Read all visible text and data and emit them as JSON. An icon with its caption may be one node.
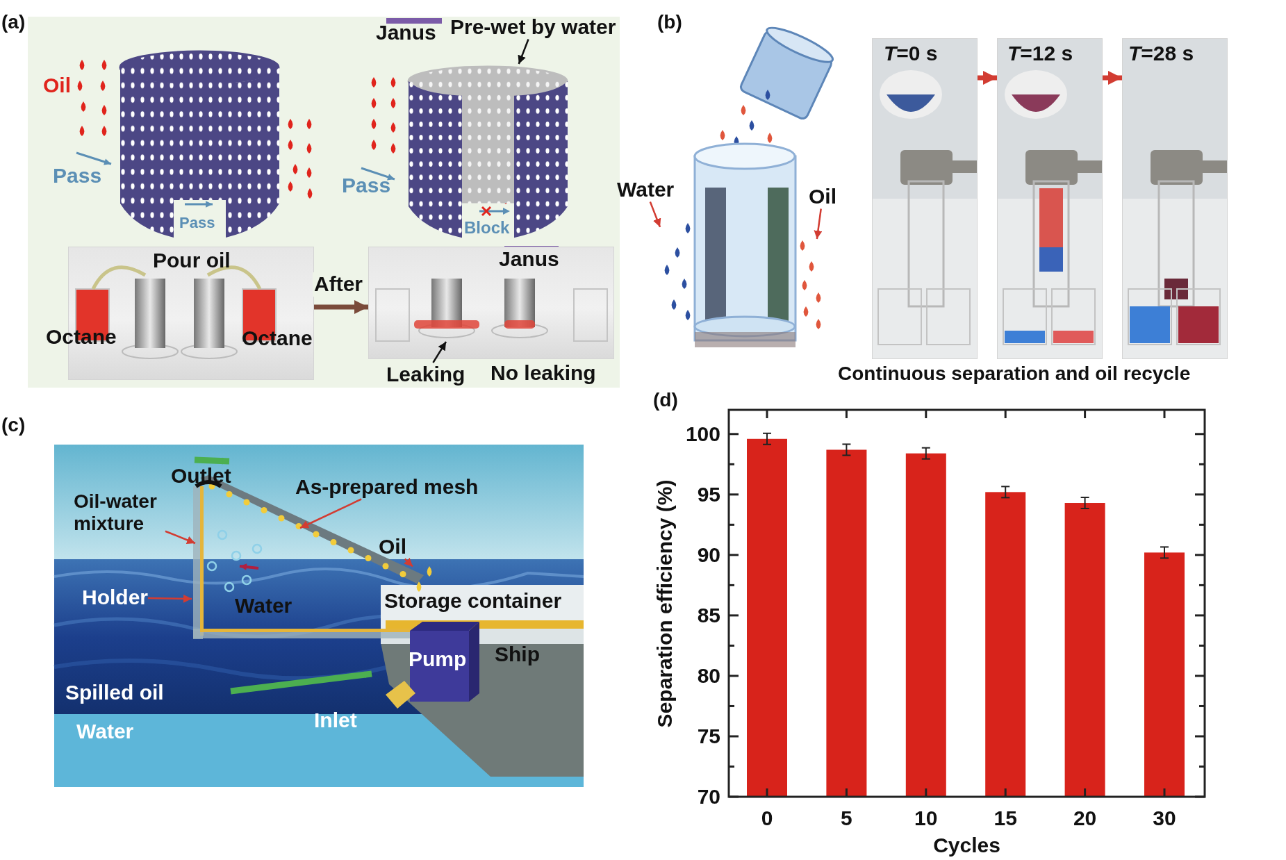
{
  "diagram": {
    "nodes": [
      {
        "text": [],
        "shape": "picture"
      },
      {
        "text": [
          "Pre-wet by water"
        ]
      },
      {
        "text": [],
        "shape": "picture"
      },
      {
        "text": [],
        "shape": "picture"
      },
      {
        "text": [],
        "shape": "picture"
      },
      {
        "text": [
          "Leaking"
        ]
      },
      {
        "text": [
          "Water"
        ]
      },
      {
        "text": [
          "Oil"
        ]
      },
      {
        "text": [],
        "shape": "picture"
      },
      {
        "text": [],
        "shape": "picture"
      },
      {
        "text": [],
        "shape": "picture"
      },
      {
        "text": [
          "Oil-water mixture"
        ]
      },
      {
        "text": [
          "As-prepared mesh"
        ]
      },
      {
        "text": [
          "Holder"
        ]
      },
      {
        "text": [
          "Oil"
        ]
      },
      {
        "text": [],
        "shape": "picture"
      },
      {
        "text": [],
        "shape": "picture"
      },
      {
        "text": [],
        "shape": "picture"
      }
    ],
    "edges": [
      {
        "from": 1,
        "to": 2,
        "arrow": "to",
        "color": "#111111"
      },
      {
        "from": 3,
        "to": 4,
        "arrow": "to",
        "label": "After",
        "style": "thick",
        "color": "#7a4a3a"
      },
      {
        "from": 5,
        "to": null,
        "arrow": "to",
        "color": "#111111"
      },
      {
        "from": 6,
        "to": 15,
        "arrow": "to"
      },
      {
        "from": 7,
        "to": 16,
        "arrow": "to"
      },
      {
        "from": 8,
        "to": 9,
        "arrow": "to",
        "style": "thick"
      },
      {
        "from": 9,
        "to": 10,
        "arrow": "to",
        "style": "thick"
      },
      {
        "from": 11,
        "to": null,
        "arrow": "to"
      },
      {
        "from": 12,
        "to": null,
        "arrow": "to"
      },
      {
        "from": 13,
        "to": null,
        "arrow": "to"
      },
      {
        "from": 14,
        "to": 17,
        "arrow": "to"
      }
    ],
    "labels": [
      "(a)",
      "Oil",
      "Pass",
      "Pass",
      "Janus",
      "Pass",
      "Block",
      "Pour oil",
      "Octane",
      "Octane",
      "Janus",
      "No leaking",
      "(b)",
      "*T*=0 s",
      "*T*=12 s",
      "*T*=28 s",
      "Continuous separation and oil recycle",
      "(c)",
      "Outlet",
      "Water",
      "Storage container",
      "Pump",
      "Ship",
      "Spilled oil",
      "Water",
      "Inlet",
      "(d)"
    ],
    "chart_data": {
      "type": "bar",
      "xlabel": "Cycles",
      "ylabel": "Separation efficiency (%)",
      "categories": [
        "0",
        "5",
        "10",
        "15",
        "20",
        "30"
      ],
      "series": [
        {
          "color": "#d8231b",
          "values": [
            99.6,
            98.7,
            98.4,
            95.2,
            94.3,
            90.2
          ]
        }
      ],
      "ylim": [
        70,
        102
      ],
      "yticks": [
        70,
        75,
        80,
        85,
        90,
        95,
        100
      ]
    }
  }
}
